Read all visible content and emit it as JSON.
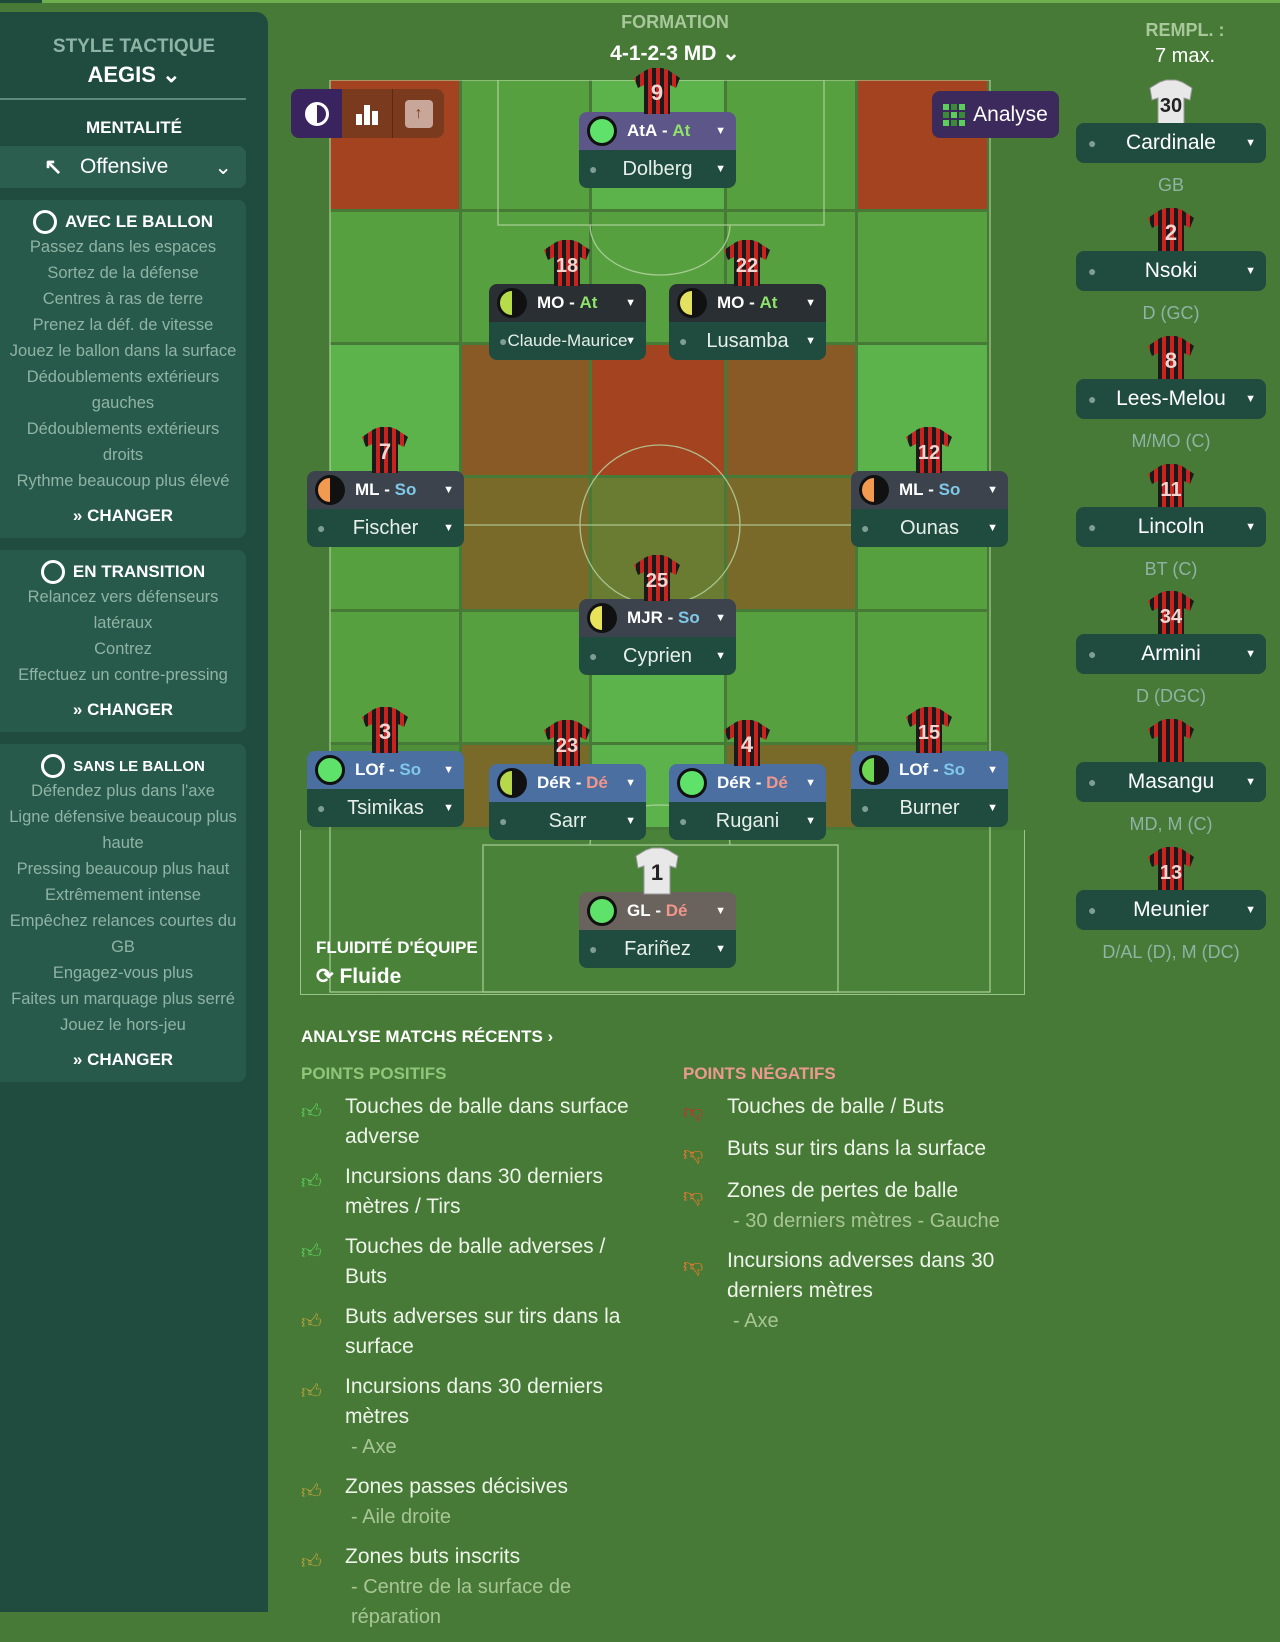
{
  "sidebar": {
    "style_label": "STYLE TACTIQUE",
    "style_value": "AEGIS",
    "mentality_label": "MENTALITÉ",
    "mentality_value": "Offensive",
    "panels": [
      {
        "title": "AVEC LE BALLON",
        "items": [
          "Passez dans les espaces",
          "Sortez de la défense",
          "Centres à ras de terre",
          "Prenez la déf. de vitesse",
          "Jouez le ballon dans la surface",
          "Dédoublements extérieurs gauches",
          "Dédoublements extérieurs droits",
          "Rythme beaucoup plus élevé"
        ],
        "change": "CHANGER"
      },
      {
        "title": "EN TRANSITION",
        "items": [
          "Relancez vers défenseurs latéraux",
          "Contrez",
          "Effectuez un contre-pressing"
        ],
        "change": "CHANGER"
      },
      {
        "title": "SANS LE BALLON",
        "items": [
          "Défendez plus dans l'axe",
          "Ligne défensive beaucoup plus haute",
          "Pressing beaucoup plus haut",
          "Extrêmement intense",
          "Empêchez relances courtes du GB",
          "Engagez-vous plus",
          "Faites un marquage plus serré",
          "Jouez le hors-jeu"
        ],
        "change": "CHANGER"
      }
    ]
  },
  "formation": {
    "label": "FORMATION",
    "value": "4-1-2-3 MD"
  },
  "analyse_button": "Analyse",
  "subs_header": {
    "label": "REMPL. :",
    "value": "7 max."
  },
  "colors": {
    "duty_At": "#8fe36a",
    "duty_So": "#7fc8e8",
    "duty_De": "#f0968a",
    "attack_header": "#5c5788",
    "mid_header": "#2a2f33",
    "wide_header": "#3d434d",
    "def_header": "#4a6fa0",
    "gk_header": "#6a625c"
  },
  "players": [
    {
      "number": "9",
      "role": "AtA",
      "duty": "At",
      "name": "Dolberg",
      "fit": "#5ee26a",
      "half": false,
      "line": "attack"
    },
    {
      "number": "18",
      "role": "MO",
      "duty": "At",
      "name": "Claude-Maurice",
      "fit": "#b7dc4a",
      "half": true,
      "line": "mid"
    },
    {
      "number": "22",
      "role": "MO",
      "duty": "At",
      "name": "Lusamba",
      "fit": "#e4e060",
      "half": true,
      "line": "mid"
    },
    {
      "number": "7",
      "role": "ML",
      "duty": "So",
      "name": "Fischer",
      "fit": "#f29a50",
      "half": true,
      "line": "wide"
    },
    {
      "number": "12",
      "role": "ML",
      "duty": "So",
      "name": "Ounas",
      "fit": "#f29a50",
      "half": true,
      "line": "wide"
    },
    {
      "number": "25",
      "role": "MJR",
      "duty": "So",
      "name": "Cyprien",
      "fit": "#e8e35a",
      "half": true,
      "line": "wide"
    },
    {
      "number": "3",
      "role": "LOf",
      "duty": "So",
      "name": "Tsimikas",
      "fit": "#5ee26a",
      "half": false,
      "line": "def"
    },
    {
      "number": "23",
      "role": "DéR",
      "duty": "Dé",
      "name": "Sarr",
      "fit": "#b7d84a",
      "half": true,
      "line": "def"
    },
    {
      "number": "4",
      "role": "DéR",
      "duty": "Dé",
      "name": "Rugani",
      "fit": "#5ee26a",
      "half": false,
      "line": "def"
    },
    {
      "number": "15",
      "role": "LOf",
      "duty": "So",
      "name": "Burner",
      "fit": "#6ed650",
      "half": true,
      "line": "def"
    },
    {
      "number": "1",
      "role": "GL",
      "duty": "Dé",
      "name": "Fariñez",
      "fit": "#5ee26a",
      "half": false,
      "line": "gk"
    }
  ],
  "subs": [
    {
      "number": "30",
      "name": "Cardinale",
      "pos": "GB",
      "gk": true
    },
    {
      "number": "2",
      "name": "Nsoki",
      "pos": "D (GC)"
    },
    {
      "number": "8",
      "name": "Lees-Melou",
      "pos": "M/MO (C)"
    },
    {
      "number": "11",
      "name": "Lincoln",
      "pos": "BT (C)"
    },
    {
      "number": "34",
      "name": "Armini",
      "pos": "D (DGC)"
    },
    {
      "number": "",
      "name": "Masangu",
      "pos": "MD, M (C)"
    },
    {
      "number": "13",
      "name": "Meunier",
      "pos": "D/AL (D), M (DC)"
    }
  ],
  "fluidity": {
    "label": "FLUIDITÉ D'ÉQUIPE",
    "value": "Fluide"
  },
  "analysis": {
    "title": "ANALYSE MATCHS RÉCENTS",
    "positive_title": "POINTS POSITIFS",
    "negative_title": "POINTS NÉGATIFS",
    "positive": [
      {
        "text": "Touches de balle dans surface adverse",
        "sub": "",
        "color": "#5ccf5a"
      },
      {
        "text": "Incursions dans 30 derniers mètres / Tirs",
        "sub": "",
        "color": "#5ccf5a"
      },
      {
        "text": "Touches de balle adverses / Buts",
        "sub": "",
        "color": "#5ccf5a"
      },
      {
        "text": "Buts adverses sur tirs dans la surface",
        "sub": "",
        "color": "#b9a23c"
      },
      {
        "text": "Incursions dans 30 derniers mètres",
        "sub": "- Axe",
        "color": "#b9a23c"
      },
      {
        "text": "Zones passes décisives",
        "sub": "- Aile droite",
        "color": "#b9a23c"
      },
      {
        "text": "Zones buts inscrits",
        "sub": "- Centre de la surface de réparation",
        "color": "#b9a23c"
      }
    ],
    "negative": [
      {
        "text": "Touches de balle / Buts",
        "sub": "",
        "color": "#c8302a"
      },
      {
        "text": "Buts sur tirs dans la surface",
        "sub": "",
        "color": "#ee7a2e"
      },
      {
        "text": "Zones de pertes de balle",
        "sub": "- 30 derniers mètres - Gauche",
        "color": "#ee7a2e"
      },
      {
        "text": "Incursions adverses dans 30 derniers mètres",
        "sub": "- Axe",
        "color": "#ee7a2e"
      }
    ]
  }
}
